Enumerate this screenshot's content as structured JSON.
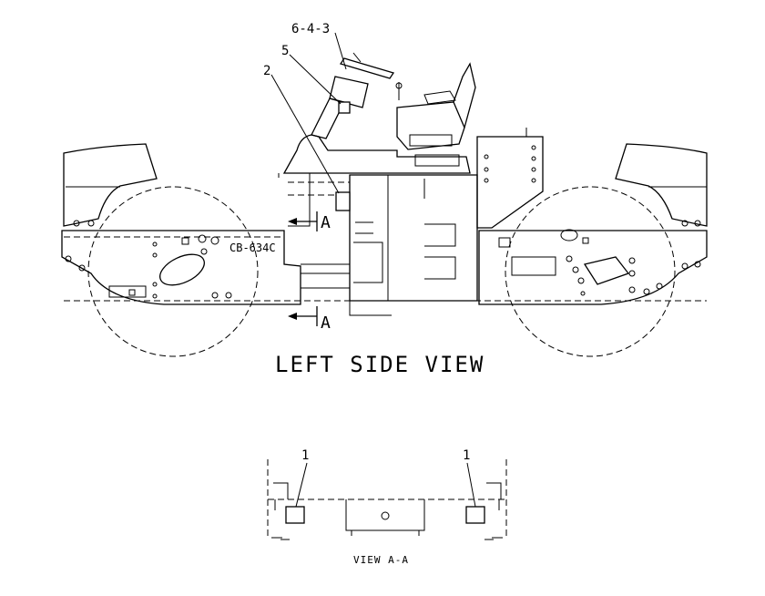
{
  "titles": {
    "left_side_view": "LEFT SIDE VIEW",
    "view_aa": "VIEW A-A"
  },
  "callouts": {
    "c643": "6-4-3",
    "c5": "5",
    "c2": "2",
    "c1_left": "1",
    "c1_right": "1"
  },
  "section_marks": {
    "top": "A",
    "bottom": "A"
  },
  "model_label": "CB-634C"
}
